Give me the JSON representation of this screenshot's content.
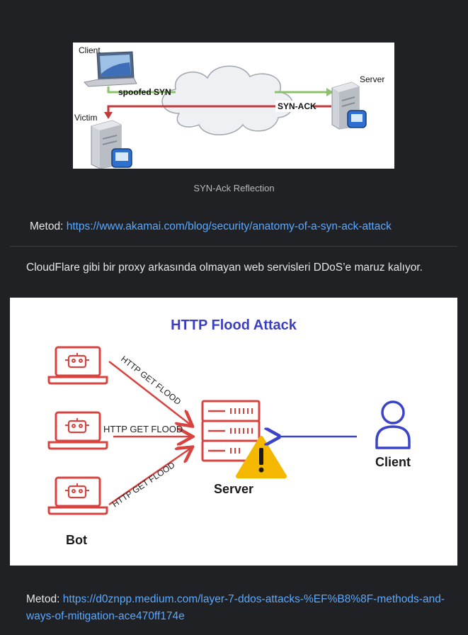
{
  "figure1": {
    "label_client": "Client",
    "label_server": "Server",
    "label_victim": "Victim",
    "label_spoofed": "spoofed SYN",
    "label_synack": "SYN-ACK",
    "caption": "SYN-Ack Reflection",
    "colors": {
      "green": "#8cc36a",
      "red": "#c0393b"
    }
  },
  "metod1": {
    "prefix": "Metod: ",
    "link": "https://www.akamai.com/blog/security/anatomy-of-a-syn-ack-attack"
  },
  "paragraph": "CloudFlare gibi bir proxy arkasında olmayan web servisleri DDoS’e maruz kalıyor.",
  "figure2": {
    "title": "HTTP Flood Attack",
    "flood_label": "HTTP GET FLOOD",
    "label_server": "Server",
    "label_client": "Client",
    "label_bot": "Bot",
    "colors": {
      "title": "#3a3fc2",
      "bot": "#d9433f",
      "client": "#3b44c8",
      "warning": "#f5b800"
    }
  },
  "metod2": {
    "prefix": "Metod: ",
    "link": "https://d0znpp.medium.com/layer-7-ddos-attacks-%EF%B8%8F-methods-and-ways-of-mitigation-ace470ff174e"
  }
}
